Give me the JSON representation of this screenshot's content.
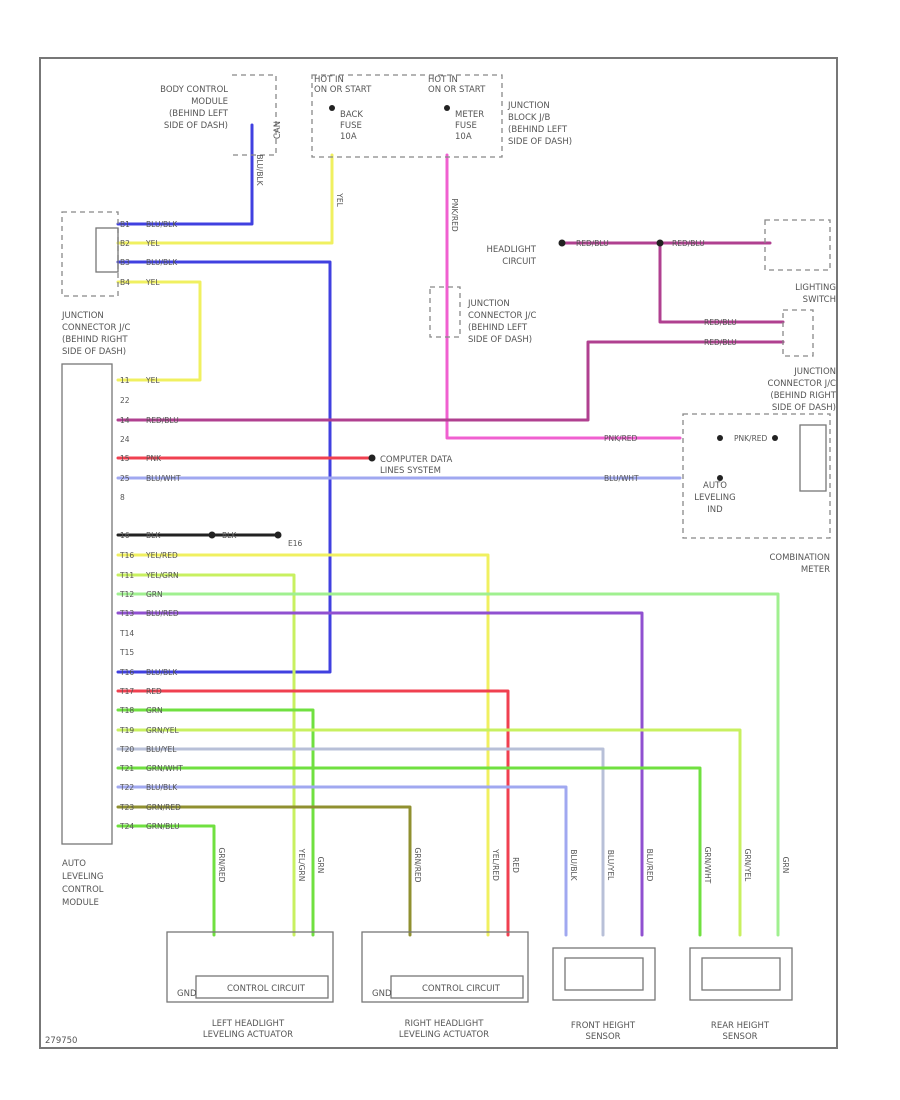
{
  "labels": {
    "bcm": [
      "BODY CONTROL",
      "MODULE",
      "(BEHIND LEFT",
      "SIDE OF DASH)"
    ],
    "can": "CAN",
    "hot1": [
      "HOT IN",
      "ON OR START"
    ],
    "hot2": [
      "HOT IN",
      "ON OR START"
    ],
    "fuse1": [
      "BACK",
      "FUSE",
      "10A"
    ],
    "fuse2": [
      "METER",
      "FUSE",
      "10A"
    ],
    "jb": [
      "JUNCTION",
      "BLOCK J/B",
      "(BEHIND LEFT",
      "SIDE OF DASH)"
    ],
    "headlight_circuit": [
      "HEADLIGHT",
      "CIRCUIT"
    ],
    "lighting_switch": [
      "LIGHTING",
      "SWITCH"
    ],
    "jc_left": [
      "JUNCTION",
      "CONNECTOR J/C",
      "(BEHIND RIGHT",
      "SIDE OF DASH)"
    ],
    "jc_mid": [
      "JUNCTION",
      "CONNECTOR J/C",
      "(BEHIND LEFT",
      "SIDE OF DASH)"
    ],
    "jc_right": [
      "JUNCTION",
      "CONNECTOR J/C",
      "(BEHIND RIGHT",
      "SIDE OF DASH)"
    ],
    "computer": [
      "COMPUTER DATA",
      "LINES SYSTEM"
    ],
    "auto_leveling": [
      "AUTO",
      "LEVELING",
      "IND"
    ],
    "combination_meter": [
      "COMBINATION",
      "METER"
    ],
    "module": [
      "AUTO",
      "LEVELING",
      "CONTROL",
      "MODULE"
    ],
    "control_circuit": "CONTROL CIRCUIT",
    "left_actuator": [
      "LEFT HEADLIGHT",
      "LEVELING ACTUATOR"
    ],
    "right_actuator": [
      "RIGHT HEADLIGHT",
      "LEVELING ACTUATOR"
    ],
    "front_sensor": [
      "FRONT HEIGHT",
      "SENSOR"
    ],
    "rear_sensor": [
      "REAR HEIGHT",
      "SENSOR"
    ],
    "gnd": "GND",
    "corner": "279750",
    "blk_b": "BLK",
    "e_label": "E16"
  },
  "top_pins": [
    {
      "pin": "B1",
      "color": "BLU/BLK"
    },
    {
      "pin": "B2",
      "color": "YEL"
    },
    {
      "pin": "B3",
      "color": "BLU/BLK"
    },
    {
      "pin": "B4",
      "color": "YEL"
    }
  ],
  "module_pins": [
    {
      "pin": "11",
      "color": "YEL"
    },
    {
      "pin": "22",
      "color": ""
    },
    {
      "pin": "14",
      "color": "RED/BLU"
    },
    {
      "pin": "24",
      "color": ""
    },
    {
      "pin": "15",
      "color": "PNK"
    },
    {
      "pin": "25",
      "color": "BLU/WHT"
    },
    {
      "pin": "8",
      "color": ""
    },
    {
      "pin": "16",
      "color": "BLK"
    },
    {
      "pin": "T16",
      "color": "YEL/RED"
    },
    {
      "pin": "T11",
      "color": "YEL/GRN"
    },
    {
      "pin": "T12",
      "color": "GRN"
    },
    {
      "pin": "T13",
      "color": "BLU/RED"
    },
    {
      "pin": "T14",
      "color": ""
    },
    {
      "pin": "T15",
      "color": ""
    },
    {
      "pin": "T16",
      "color": "BLU/BLK"
    },
    {
      "pin": "T17",
      "color": "RED"
    },
    {
      "pin": "T18",
      "color": "GRN"
    },
    {
      "pin": "T19",
      "color": "GRN/YEL"
    },
    {
      "pin": "T20",
      "color": "BLU/YEL"
    },
    {
      "pin": "T21",
      "color": "GRN/WHT"
    },
    {
      "pin": "T22",
      "color": "BLU/BLK"
    },
    {
      "pin": "T23",
      "color": "GRN/RED"
    },
    {
      "pin": "T24",
      "color": "GRN/BLU"
    }
  ],
  "wire_labels": {
    "bcm_vert": "BLU/BLK",
    "yel_vert": "YEL",
    "pnk_vert": "PNK/RED",
    "hc_1": "RED/BLU",
    "hc_2": "RED/BLU",
    "ls_1": "RED/BLU",
    "ls_2": "RED/BLU",
    "cm_1": "PNK/RED",
    "cm_2": "BLU/WHT",
    "cm_3": "PNK/RED",
    "left_a": "GRN/RED",
    "left_b": "YEL/GRN",
    "left_c": "GRN",
    "right_a": "GRN/RED",
    "right_b": "YEL/RED",
    "right_c": "RED",
    "front_a": "BLU/BLK",
    "front_b": "BLU/YEL",
    "front_c": "BLU/RED",
    "rear_a": "GRN/WHT",
    "rear_b": "GRN/YEL",
    "rear_c": "GRN"
  },
  "wire_colors": {
    "blue": "#4040e0",
    "yellow": "#f0f060",
    "magenta": "#b04090",
    "pink": "#f060d0",
    "red": "#f04050",
    "lightblue": "#a0a8f0",
    "green": "#70e040",
    "lightgreen": "#a0f090",
    "yellowgreen": "#c8f060",
    "purple": "#9050d0",
    "olive": "#909030",
    "slate": "#b8c0d8",
    "black": "#222222"
  }
}
